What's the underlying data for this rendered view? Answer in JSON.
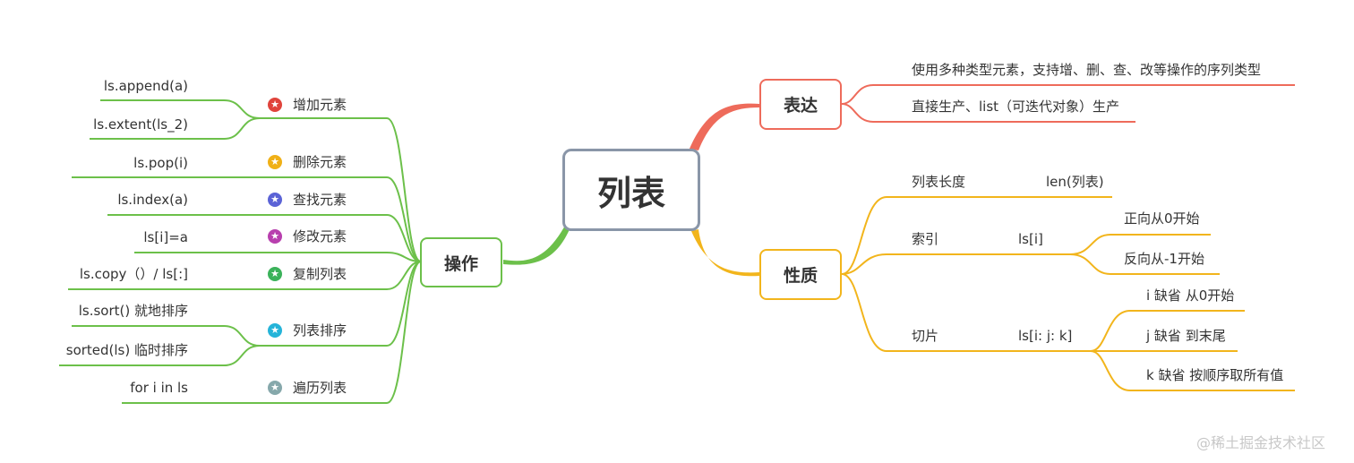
{
  "root": {
    "label": "列表"
  },
  "colors": {
    "root_border": "#8a96a8",
    "left": "#6cc04a",
    "express": "#ee6b5b",
    "nature": "#f2b51c"
  },
  "branches": {
    "ops": {
      "label": "操作",
      "groups": [
        {
          "label": "增加元素",
          "star_color": "#e0443c",
          "items": [
            "ls.append(a)",
            "ls.extent(ls_2)"
          ]
        },
        {
          "label": "删除元素",
          "star_color": "#f0b016",
          "items": [
            "ls.pop(i)"
          ]
        },
        {
          "label": "查找元素",
          "star_color": "#5b63d6",
          "items": [
            "ls.index(a)"
          ]
        },
        {
          "label": "修改元素",
          "star_color": "#b83fae",
          "items": [
            "ls[i]=a"
          ]
        },
        {
          "label": "复制列表",
          "star_color": "#3bb25a",
          "items": [
            "ls.copy（）/   ls[:]"
          ]
        },
        {
          "label": "列表排序",
          "star_color": "#25b4d9",
          "items": [
            "ls.sort() 就地排序",
            "sorted(ls) 临时排序"
          ]
        },
        {
          "label": "遍历列表",
          "star_color": "#86a8ab",
          "items": [
            "for i in ls"
          ]
        }
      ]
    },
    "express": {
      "label": "表达",
      "items": [
        "使用多种类型元素，支持增、删、查、改等操作的序列类型",
        "直接生产、list（可迭代对象）生产"
      ]
    },
    "nature": {
      "label": "性质",
      "length": {
        "label": "列表长度",
        "value": "len(列表)"
      },
      "index": {
        "label": "索引",
        "value": "ls[i]",
        "items": [
          "正向从0开始",
          "反向从-1开始"
        ]
      },
      "slice": {
        "label": "切片",
        "value": "ls[i: j: k]",
        "items": [
          "i 缺省 从0开始",
          "j 缺省 到末尾",
          "k 缺省 按顺序取所有值"
        ]
      }
    }
  },
  "watermark": "@稀土掘金技术社区"
}
